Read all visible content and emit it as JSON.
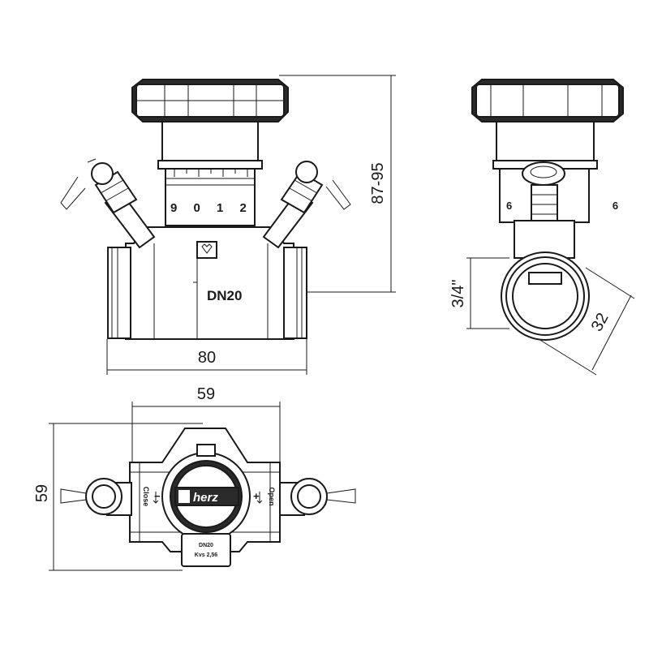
{
  "dimensions": {
    "front_height": "87-95",
    "front_width": "80",
    "side_thread": "3/4\"",
    "side_wrench": "32",
    "top_width": "59",
    "top_height": "59"
  },
  "labels": {
    "front_dn": "DN20",
    "scale_digits": "9 0 1 2",
    "side_digits": "6 6",
    "top_close": "Close",
    "top_open": "Open",
    "top_minus": "−",
    "top_plus": "+",
    "top_brand": "herz",
    "top_tag_dn": "DN20",
    "top_tag_kvs": "Kvs 2,56"
  }
}
